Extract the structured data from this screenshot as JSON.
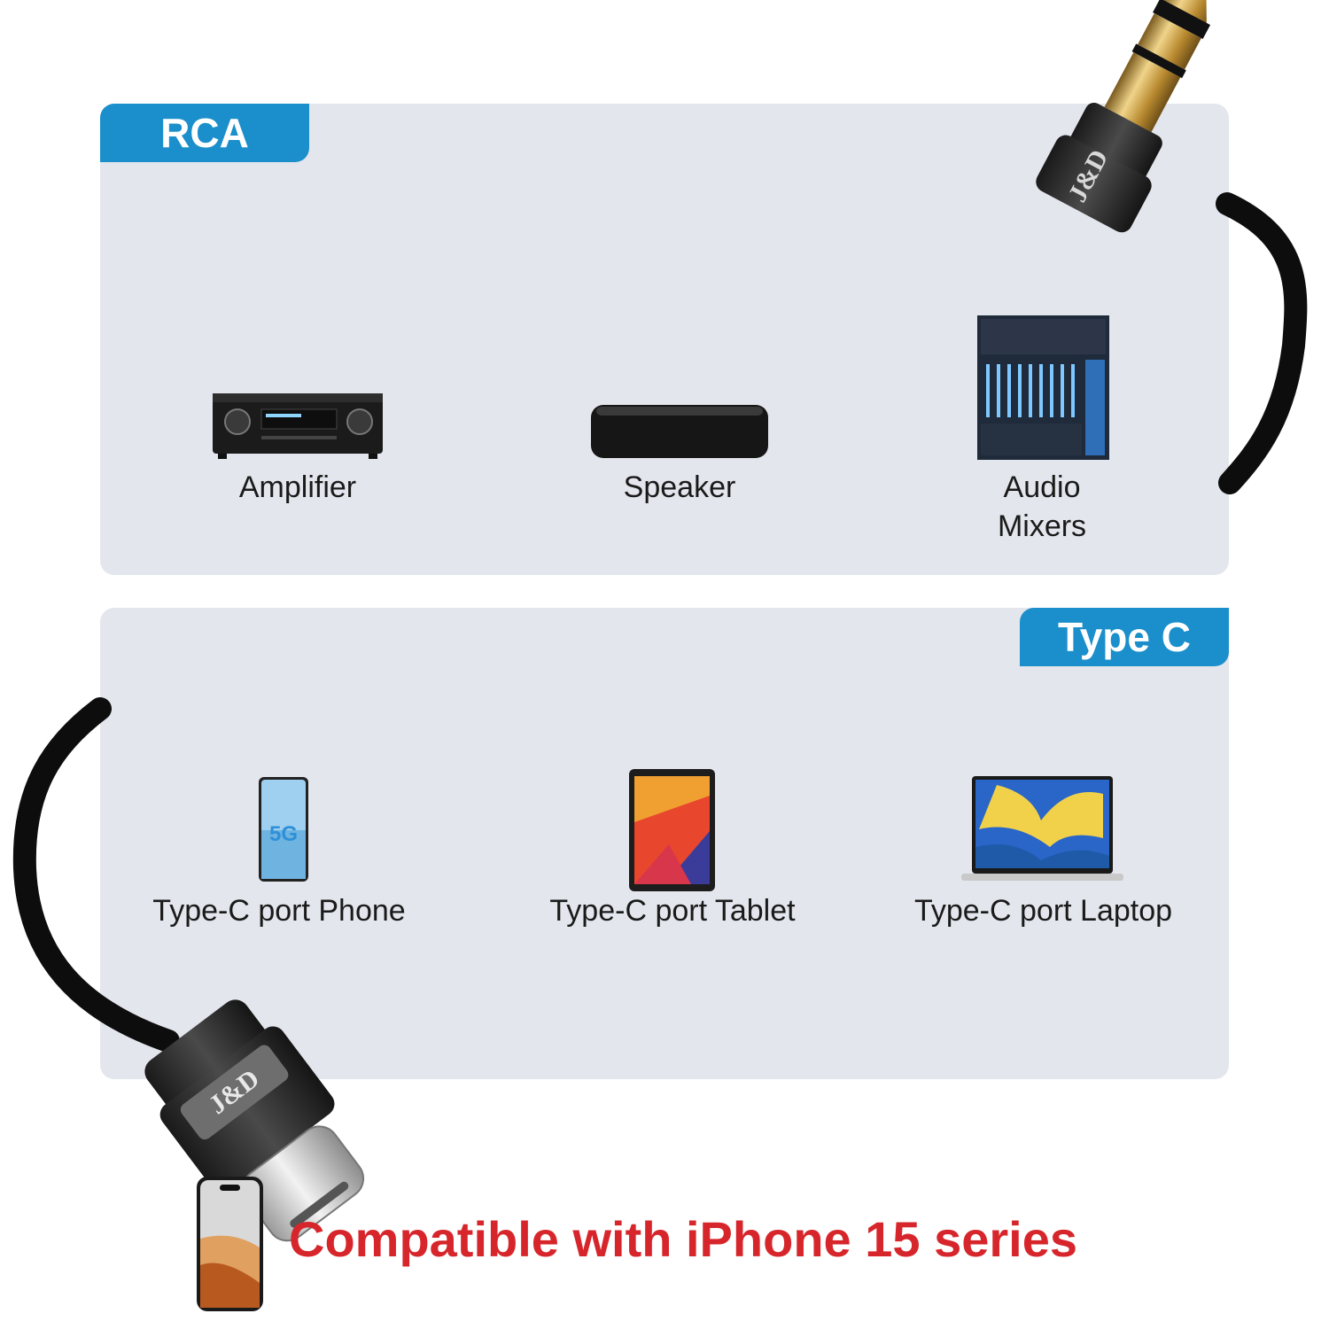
{
  "sections": {
    "top": {
      "tag": "RCA"
    },
    "bottom": {
      "tag": "Type C"
    }
  },
  "top_devices": [
    {
      "label": "Amplifier",
      "icon": "amplifier-icon"
    },
    {
      "label": "Speaker",
      "icon": "speaker-icon"
    },
    {
      "label": "Audio\nMixers",
      "icon": "audio-mixer-icon"
    }
  ],
  "bottom_devices": [
    {
      "label": "Type-C port Phone",
      "icon": "phone-icon"
    },
    {
      "label": "Type-C port Tablet",
      "icon": "tablet-icon"
    },
    {
      "label": "Type-C port Laptop",
      "icon": "laptop-icon"
    }
  ],
  "phone_screen_text": "5G",
  "brand_text": "J&D",
  "compat_text": "Compatible with iPhone 15 series",
  "colors": {
    "accent": "#1b8fcb",
    "panel": "#e3e6ec",
    "compat": "#d7262b",
    "plug_gold": "#c9a24a"
  }
}
